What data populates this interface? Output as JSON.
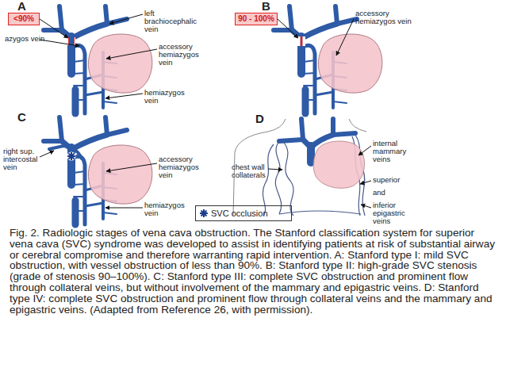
{
  "diagram": {
    "caption": "Fig. 2. Radiologic stages of vena cava obstruction. The Stanford classification system for superior vena cava (SVC) syndrome was developed to assist in identifying patients at risk of substantial airway or cerebral compromise and therefore warranting rapid intervention. A: Stanford type I: mild SVC obstruction, with vessel obstruction of less than 90%. B: Stanford type II: high-grade SVC stenosis (grade of stenosis 90–100%). C: Stanford type III: complete SVC obstruction and prominent flow through collateral veins, but without involvement of the mammary and epigastric veins. D: Stanford type IV: complete SVC obstruction and prominent flow through collateral veins and the mammary and epigastric veins. (Adapted from Reference 26, with permission).",
    "nodes": [
      {
        "text": [
          "<90%"
        ]
      },
      {
        "text": [
          "90 - 100%"
        ]
      }
    ],
    "labels": [
      "A",
      "B",
      "C",
      "D",
      "left brachiocephalic vein",
      "azygos vein",
      "accessory hemiazygos vein",
      "hemiazygos vein",
      "accessory hemiazygos vein",
      "right sup. intercostal vein",
      "accessory hemiazygos vein",
      "hemiazygos vein",
      "chest wall collaterals",
      "internal mammary veins",
      "superior",
      "and",
      "inferior epigastric veins"
    ],
    "legend": [
      {
        "text": "SVC occlusion"
      }
    ]
  }
}
